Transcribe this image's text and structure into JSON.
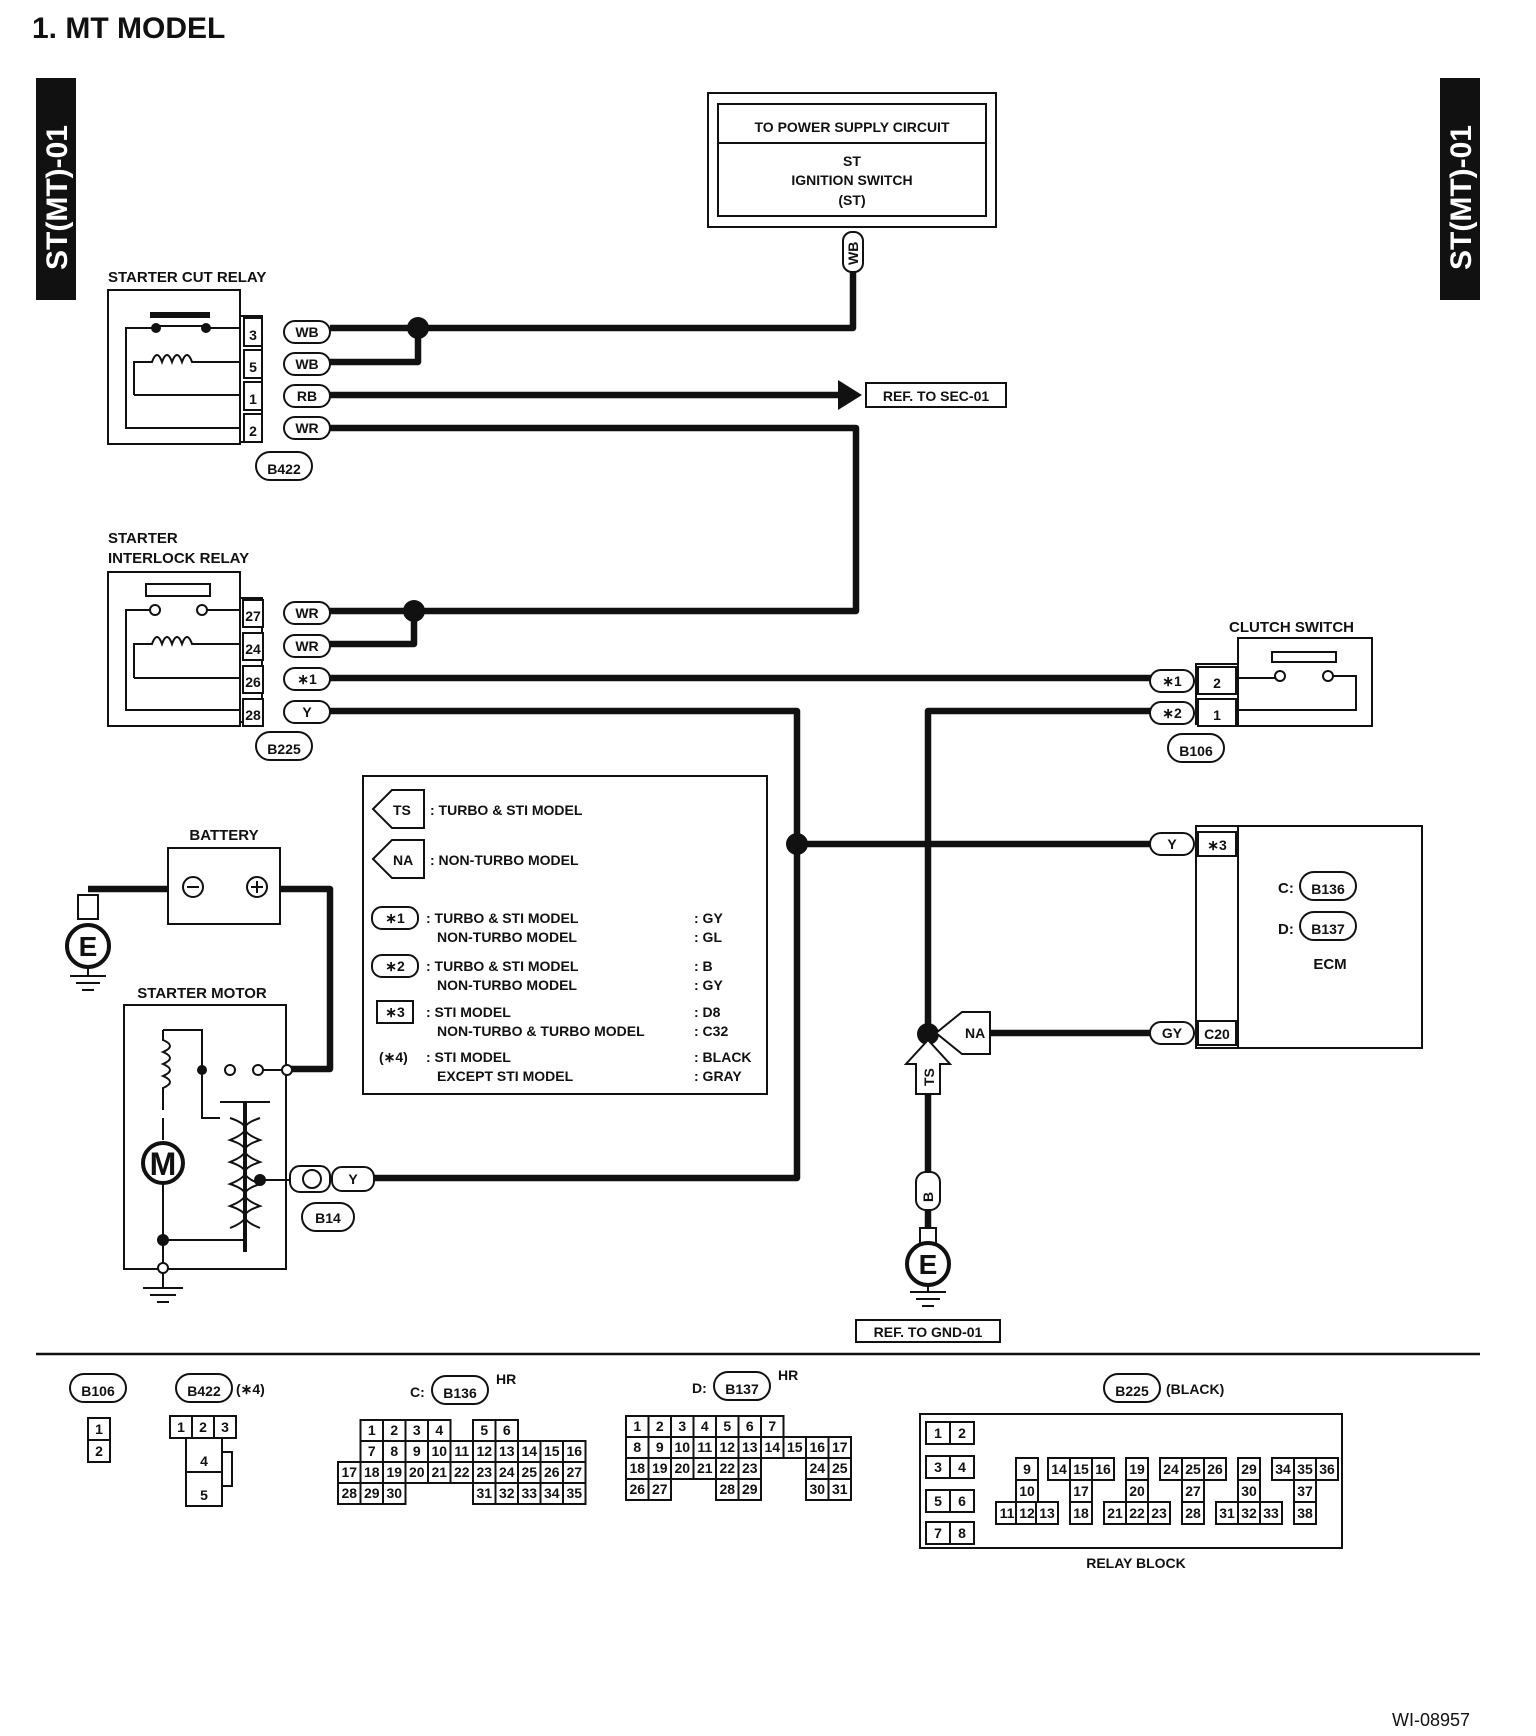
{
  "title": "1.  MT MODEL",
  "side_label": "ST(MT)-01",
  "doc_id": "WI-08957",
  "power": {
    "line1": "TO POWER SUPPLY CIRCUIT",
    "line2": "ST",
    "line3": "IGNITION SWITCH",
    "line4": "(ST)",
    "wire": "WB"
  },
  "cut_relay": {
    "name": "STARTER CUT RELAY",
    "connector": "B422",
    "pins": [
      {
        "n": "3",
        "c": "WB"
      },
      {
        "n": "5",
        "c": "WB"
      },
      {
        "n": "1",
        "c": "RB"
      },
      {
        "n": "2",
        "c": "WR"
      }
    ]
  },
  "ref_sec": "REF. TO SEC-01",
  "interlock_relay": {
    "name1": "STARTER",
    "name2": "INTERLOCK RELAY",
    "connector": "B225",
    "pins": [
      {
        "n": "27",
        "c": "WR"
      },
      {
        "n": "24",
        "c": "WR"
      },
      {
        "n": "26",
        "c": "∗1"
      },
      {
        "n": "28",
        "c": "Y"
      }
    ]
  },
  "clutch_switch": {
    "name": "CLUTCH SWITCH",
    "connector": "B106",
    "pins": [
      {
        "n": "2",
        "c": "∗1"
      },
      {
        "n": "1",
        "c": "∗2"
      }
    ]
  },
  "ecm": {
    "name": "ECM",
    "c_label": "C:",
    "c_conn": "B136",
    "d_label": "D:",
    "d_conn": "B137",
    "pins": [
      {
        "n": "∗3",
        "c": "Y"
      },
      {
        "n": "C20",
        "c": "GY"
      }
    ]
  },
  "battery": {
    "name": "BATTERY",
    "minus": "⊖",
    "plus": "⊕"
  },
  "starter_motor": {
    "name": "STARTER MOTOR",
    "motor": "M",
    "connector": "B14",
    "wire": "Y"
  },
  "ground": {
    "symbol": "E",
    "wire": "B",
    "ref": "REF. TO GND-01"
  },
  "flags": {
    "ts": "TS",
    "na": "NA"
  },
  "legend": [
    {
      "tag": "TS",
      "text": ": TURBO & STI MODEL",
      "value": ""
    },
    {
      "tag": "NA",
      "text": ": NON-TURBO MODEL",
      "value": ""
    },
    {
      "tag": "∗1",
      "text": ": TURBO & STI MODEL",
      "value": ": GY",
      "text2": "NON-TURBO MODEL",
      "value2": ": GL"
    },
    {
      "tag": "∗2",
      "text": ": TURBO & STI MODEL",
      "value": ": B",
      "text2": "NON-TURBO MODEL",
      "value2": ": GY"
    },
    {
      "tag": "∗3",
      "text": ": STI MODEL",
      "value": ": D8",
      "text2": "NON-TURBO & TURBO MODEL",
      "value2": ": C32"
    },
    {
      "tag": "(∗4)",
      "text": ": STI MODEL",
      "value": ": BLACK",
      "text2": "EXCEPT STI MODEL",
      "value2": ": GRAY"
    }
  ],
  "connectors": {
    "b106": {
      "name": "B106",
      "pins": [
        "1",
        "2"
      ]
    },
    "b422": {
      "name": "B422",
      "suffix": "(∗4)",
      "pins": [
        "1",
        "2",
        "3",
        "4",
        "5"
      ]
    },
    "b136": {
      "prefix": "C:",
      "name": "B136",
      "hr": "HR",
      "rows": [
        [
          "",
          "1",
          "2",
          "3",
          "4",
          "",
          "5",
          "6"
        ],
        [
          "",
          "7",
          "8",
          "9",
          "10",
          "11",
          "12",
          "13",
          "14",
          "15",
          "16"
        ],
        [
          "17",
          "18",
          "19",
          "20",
          "21",
          "22",
          "23",
          "24",
          "25",
          "26",
          "27"
        ],
        [
          "28",
          "29",
          "30",
          "",
          "",
          "",
          "31",
          "32",
          "33",
          "34",
          "35"
        ]
      ]
    },
    "b137": {
      "prefix": "D:",
      "name": "B137",
      "hr": "HR",
      "rows": [
        [
          "1",
          "2",
          "3",
          "4",
          "5",
          "6",
          "7"
        ],
        [
          "8",
          "9",
          "10",
          "11",
          "12",
          "13",
          "14",
          "15",
          "16",
          "17"
        ],
        [
          "18",
          "19",
          "20",
          "21",
          "22",
          "23",
          "",
          "",
          "24",
          "25"
        ],
        [
          "26",
          "27",
          "",
          "",
          "28",
          "29",
          "",
          "",
          "30",
          "31"
        ]
      ]
    },
    "b225": {
      "name": "B225",
      "suffix": "(BLACK)",
      "block": "RELAY BLOCK",
      "left": [
        "1",
        "2",
        "3",
        "4",
        "5",
        "6",
        "7",
        "8"
      ],
      "cells": [
        "9",
        "10",
        "11",
        "12",
        "13",
        "14",
        "15",
        "16",
        "17",
        "18",
        "19",
        "20",
        "21",
        "22",
        "23",
        "24",
        "25",
        "26",
        "27",
        "28",
        "29",
        "30",
        "31",
        "32",
        "33",
        "34",
        "35",
        "36",
        "37",
        "38"
      ]
    }
  }
}
